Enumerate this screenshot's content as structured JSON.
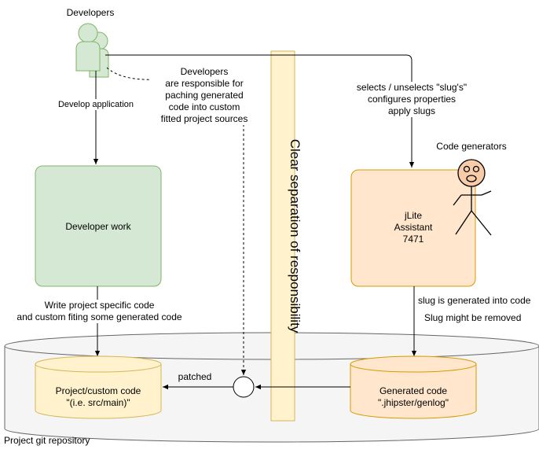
{
  "developers": {
    "title": "Developers"
  },
  "edges": {
    "develop_application": "Develop application",
    "developers_note": [
      "Developers",
      "are responsible for",
      "paching generated",
      "code into custom",
      "fitted project sources"
    ],
    "selects_note": [
      "selects / unselects \"slug's\"",
      "configures properties",
      "apply slugs"
    ],
    "write_code": [
      "Write project specific code",
      "and custom fiting some generated code"
    ],
    "slug_generated": "slug is generated into code",
    "slug_removed": "Slug might be removed",
    "patched": "patched"
  },
  "nodes": {
    "developer_work": "Developer work",
    "jlite_assistant": [
      "jLite",
      "Assistant",
      "7471"
    ],
    "code_generators": "Code generators",
    "project_code": [
      "Project/custom code",
      "\"(i.e. src/main)\""
    ],
    "generated_code": [
      "Generated code",
      "\".jhipster/genlog\""
    ]
  },
  "separation": "Clear separation of responsibility",
  "repository": "Project git repository",
  "colors": {
    "green_fill": "#d5e8d4",
    "green_stroke": "#82b366",
    "orange_fill": "#ffe6cc",
    "orange_stroke": "#d79b00",
    "yellow_fill": "#fff2cc",
    "yellow_stroke": "#d6b656",
    "repo_fill": "#f5f5f5",
    "repo_stroke": "#666666",
    "face_fill": "#f8cba9"
  }
}
